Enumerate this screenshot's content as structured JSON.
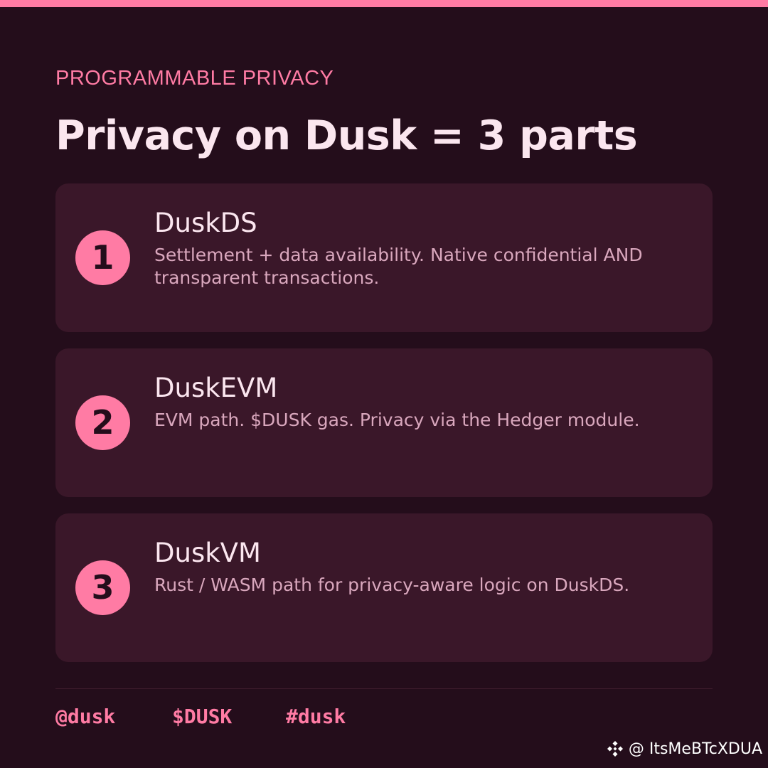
{
  "header": {
    "eyebrow": "PROGRAMMABLE PRIVACY",
    "title": "Privacy on Dusk = 3 parts"
  },
  "cards": [
    {
      "number": "1",
      "title": "DuskDS",
      "description": "Settlement + data availability. Native confidential AND transparent transactions."
    },
    {
      "number": "2",
      "title": "DuskEVM",
      "description": "EVM path. $DUSK gas. Privacy via the Hedger module."
    },
    {
      "number": "3",
      "title": "DuskVM",
      "description": "Rust / WASM path for privacy-aware logic on DuskDS."
    }
  ],
  "footer": {
    "tags": [
      "@dusk",
      "$DUSK",
      "#dusk"
    ]
  },
  "watermark": {
    "handle": "@ ItsMeBTcXDUA",
    "icon": "binance-logo-icon"
  },
  "colors": {
    "accent": "#ff7ba4",
    "background": "#240d1b",
    "card": "#3a1729",
    "title": "#fbe6ef",
    "body_text": "#d9a7bd"
  }
}
